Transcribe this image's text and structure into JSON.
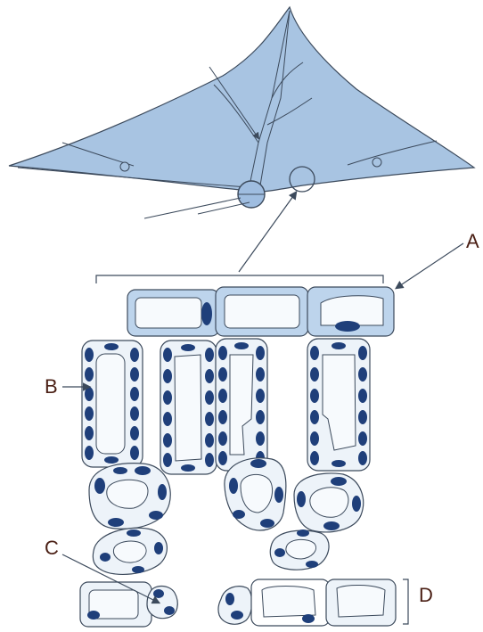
{
  "labels": {
    "a": "A",
    "b": "B",
    "c": "C",
    "d": "D"
  },
  "colors": {
    "leaf_fill": "#a8c4e2",
    "cell_fill": "#edf3f9",
    "epidermis_fill": "#bdd4ec",
    "vacuole_fill": "#f7fafd",
    "outline": "#3c4a5c",
    "chloroplast": "#1f3f7a",
    "label": "#4a1f14"
  },
  "icons": {
    "leaf": "leaf-cross-section-illustration",
    "arrow": "pointer-arrow"
  }
}
